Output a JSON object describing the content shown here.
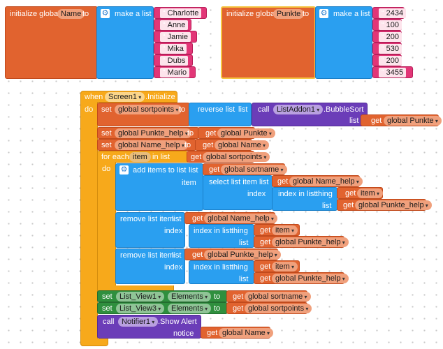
{
  "init_name": {
    "prefix": "initialize global",
    "var": "Name",
    "to": "to",
    "make_list": "make a list",
    "items": [
      "Charlotte",
      "Anne",
      "Jamie",
      "Mika",
      "Dubs",
      "Mario"
    ]
  },
  "init_punkte": {
    "prefix": "initialize global",
    "var": "Punkte",
    "to": "to",
    "make_list": "make a list",
    "items": [
      "2434",
      "100",
      "200",
      "530",
      "200",
      "3455"
    ]
  },
  "event": {
    "when": "when",
    "component": "Screen1",
    "event_name": ".Initialize",
    "do": "do"
  },
  "labels": {
    "set": "set",
    "get": "get",
    "to": "to",
    "list": "list",
    "item": "item",
    "index": "index",
    "thing": "thing",
    "call": "call",
    "notice": "notice",
    "do": "do",
    "quote": "“"
  },
  "s1": {
    "var": "global sortpoints",
    "reverse": "reverse list",
    "list_word": "list",
    "component": "ListAddon1",
    "method": ".BubbleSort",
    "list_arg": "global Punkte"
  },
  "s2": {
    "var": "global Punkte_help",
    "get": "global Punkte"
  },
  "s3": {
    "var": "global Name_help",
    "get": "global Name"
  },
  "foreach": {
    "label": "for each",
    "var": "item",
    "in_list": "in list",
    "list_get": "global sortpoints"
  },
  "add_items": {
    "label": "add items to list",
    "list_get": "global sortname",
    "select_label": "select list item",
    "select_list": "global Name_help",
    "index_in_list": "index in list",
    "item_get": "item",
    "list2_get": "global Punkte_help"
  },
  "remove1": {
    "label": "remove list item",
    "list_get": "global Name_help",
    "index_in_list": "index in list",
    "item_get": "item",
    "list2_get": "global Punkte_help"
  },
  "remove2": {
    "label": "remove list item",
    "list_get": "global Punkte_help",
    "index_in_list": "index in list",
    "item_get": "item",
    "list2_get": "global Punkte_help"
  },
  "setlv1": {
    "component": "List_View1",
    "prop": "Elements",
    "get": "global sortname"
  },
  "setlv3": {
    "component": "List_View3",
    "prop": "Elements",
    "get": "global sortpoints"
  },
  "alert": {
    "component": "Notifier1",
    "method": ".Show Alert",
    "get": "global Name"
  }
}
